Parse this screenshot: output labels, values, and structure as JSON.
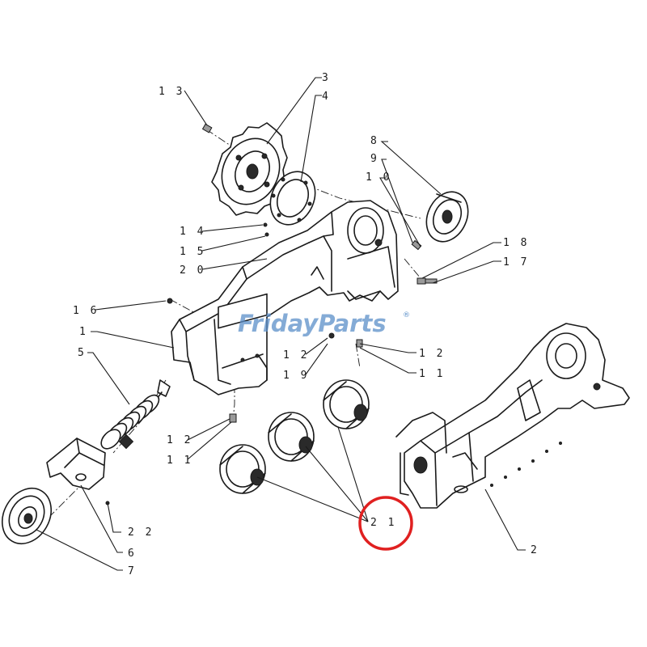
{
  "watermark": {
    "text": "FridayParts",
    "registered": "®"
  },
  "callouts": [
    {
      "id": "c1",
      "label": "1"
    },
    {
      "id": "c2",
      "label": "2"
    },
    {
      "id": "c3",
      "label": "3"
    },
    {
      "id": "c4",
      "label": "4"
    },
    {
      "id": "c5",
      "label": "5"
    },
    {
      "id": "c6",
      "label": "6"
    },
    {
      "id": "c7",
      "label": "7"
    },
    {
      "id": "c8",
      "label": "8"
    },
    {
      "id": "c9",
      "label": "9"
    },
    {
      "id": "c10",
      "label": "1 0"
    },
    {
      "id": "c11a",
      "label": "1 1"
    },
    {
      "id": "c11b",
      "label": "1 1"
    },
    {
      "id": "c12a",
      "label": "1 2"
    },
    {
      "id": "c12b",
      "label": "1 2"
    },
    {
      "id": "c12c",
      "label": "1 2"
    },
    {
      "id": "c13",
      "label": "1 3"
    },
    {
      "id": "c14",
      "label": "1 4"
    },
    {
      "id": "c15",
      "label": "1 5"
    },
    {
      "id": "c16",
      "label": "1 6"
    },
    {
      "id": "c17",
      "label": "1 7"
    },
    {
      "id": "c18",
      "label": "1 8"
    },
    {
      "id": "c19",
      "label": "1 9"
    },
    {
      "id": "c20",
      "label": "2 0"
    },
    {
      "id": "c21",
      "label": "2 1"
    },
    {
      "id": "c22",
      "label": "2 2"
    }
  ],
  "highlight": {
    "target": "2 1",
    "color": "#e02020"
  }
}
